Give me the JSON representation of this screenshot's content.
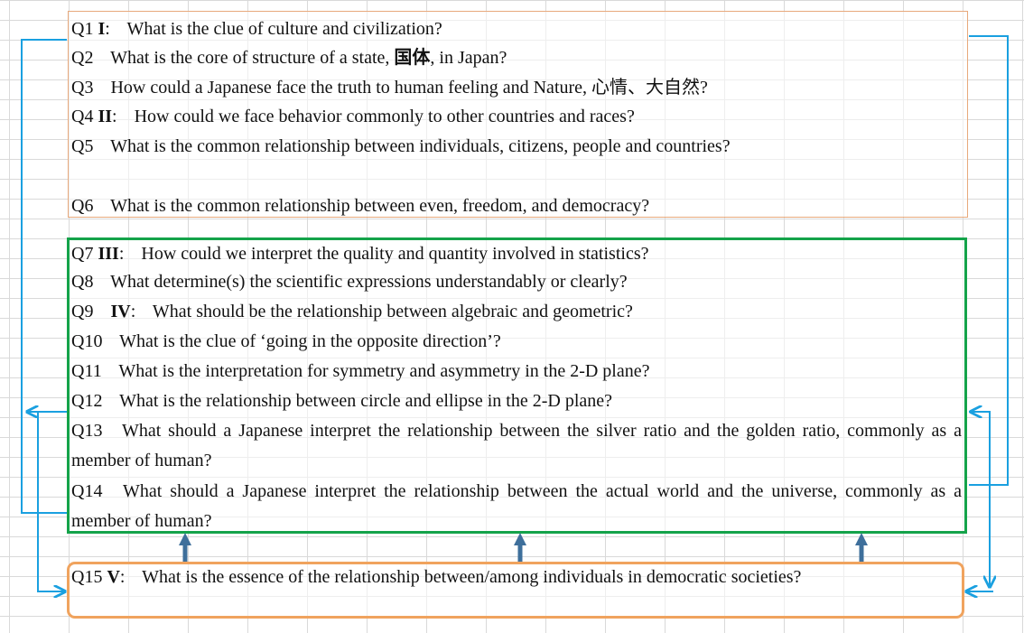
{
  "colors": {
    "box_top_border": "#e8a97c",
    "box_middle_border": "#14a34a",
    "box_bottom_border": "#f0a35e",
    "connector_blue": "#1aa0e0",
    "up_arrow": "#3e6f9b",
    "grid": "#d9d9d9"
  },
  "questions": [
    {
      "id": "Q1",
      "roman": "I",
      "sep": ":",
      "text": "What is the clue of culture and civilization?"
    },
    {
      "id": "Q2",
      "roman": "",
      "sep": "",
      "text_before": "What is the core of structure of a state,",
      "text_bold": "国体",
      "text_after": ", in Japan?"
    },
    {
      "id": "Q3",
      "roman": "",
      "sep": "",
      "text": "How could a Japanese face the truth to human feeling and Nature, 心情、大自然?"
    },
    {
      "id": "Q4",
      "roman": "II",
      "sep": ":",
      "text": "How could we face behavior commonly to other countries and races?"
    },
    {
      "id": "Q5",
      "roman": "",
      "sep": "",
      "text": "What is the common relationship between individuals, citizens, people and countries?"
    },
    {
      "id": "Q6",
      "roman": "",
      "sep": "",
      "text": "What is the common relationship between even, freedom, and democracy?"
    },
    {
      "id": "Q7",
      "roman": "III",
      "sep": ":",
      "text": "How could we interpret the quality and quantity involved in statistics?"
    },
    {
      "id": "Q8",
      "roman": "",
      "sep": "",
      "text": "What determine(s) the scientific expressions understandably or clearly?"
    },
    {
      "id": "Q9",
      "roman": "IV",
      "sep": ":",
      "text": "What should be the relationship between algebraic and geometric?"
    },
    {
      "id": "Q10",
      "roman": "",
      "sep": "",
      "text": "What is the clue of ‘going in the opposite direction’?"
    },
    {
      "id": "Q11",
      "roman": "",
      "sep": "",
      "text": "What is the interpretation for symmetry and asymmetry in the 2-D plane?"
    },
    {
      "id": "Q12",
      "roman": "",
      "sep": "",
      "text": "What is the relationship between circle and ellipse in the 2-D plane?"
    },
    {
      "id": "Q13",
      "roman": "",
      "sep": "",
      "text": "What should a Japanese interpret the relationship between the silver ratio and the golden ratio, commonly as a member of human?"
    },
    {
      "id": "Q14",
      "roman": "",
      "sep": "",
      "text": "What should a Japanese interpret the relationship between the actual world and the universe, commonly as a member of human?"
    },
    {
      "id": "Q15",
      "roman": "V",
      "sep": ":",
      "text": "What is the essence of the relationship between/among individuals in democratic societies?"
    }
  ]
}
